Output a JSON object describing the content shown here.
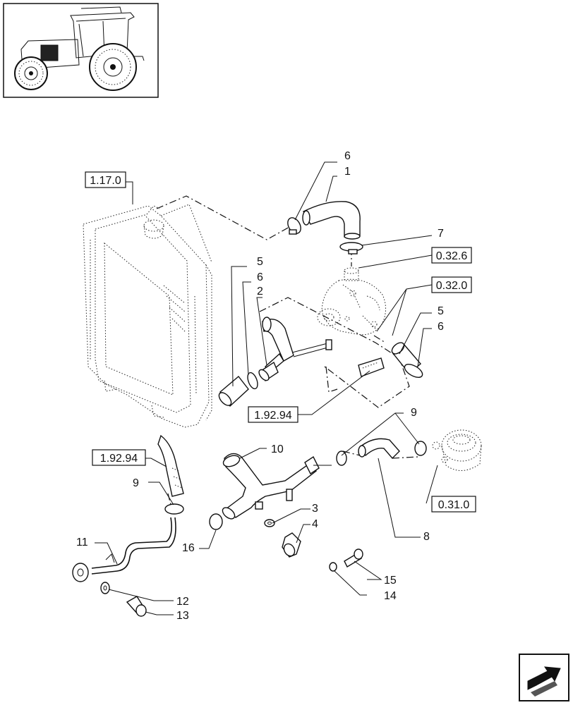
{
  "references": {
    "radiator": "1.17.0",
    "thermostat": "0.32.6",
    "water_pump": "0.32.0",
    "hose_upper": "1.92.94",
    "hose_left": "1.92.94",
    "oil_cooler": "0.31.0"
  },
  "part_numbers": {
    "p1": "1",
    "p2": "2",
    "p3": "3",
    "p4": "4",
    "p5_top": "5",
    "p5_right": "5",
    "p6_top": "6",
    "p6_mid": "6",
    "p6_right": "6",
    "p7": "7",
    "p8": "8",
    "p9_left": "9",
    "p9_right": "9",
    "p10": "10",
    "p11": "11",
    "p12": "12",
    "p13": "13",
    "p14": "14",
    "p15": "15",
    "p16": "16"
  },
  "icons": {
    "thumbnail": "tractor-icon",
    "navigation": "next-page-arrow-icon"
  }
}
